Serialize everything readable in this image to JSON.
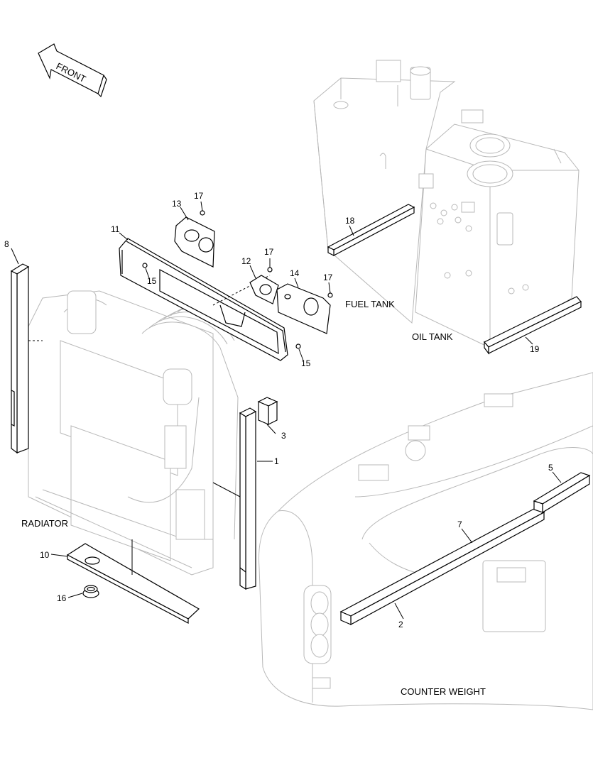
{
  "diagram": {
    "direction_label": "FRONT",
    "captions": {
      "fuel_tank": "FUEL TANK",
      "oil_tank": "OIL TANK",
      "radiator": "RADIATOR",
      "counter_weight": "COUNTER WEIGHT"
    },
    "callouts": [
      "1",
      "2",
      "3",
      "5",
      "7",
      "8",
      "10",
      "11",
      "12",
      "13",
      "14",
      "15",
      "15",
      "16",
      "17",
      "17",
      "17",
      "18",
      "19"
    ]
  }
}
